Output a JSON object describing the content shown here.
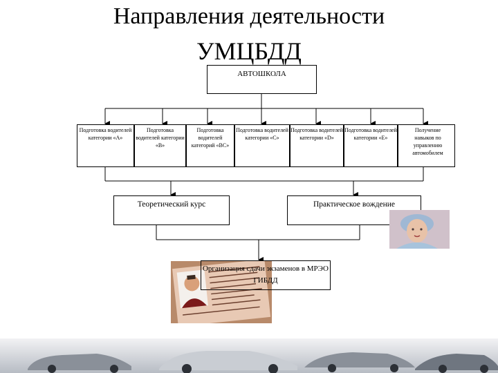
{
  "header": {
    "title_line1": "Направления деятельности",
    "title_line2": "УМЦБДД"
  },
  "diagram": {
    "root": "АВТОШКОЛА",
    "categories": [
      "Подготовка водителей категории «А»",
      "Подготовка водителей категории «В»",
      "Подготовка водителей категорий «ВС»",
      "Подготовка водителей категории «С»",
      "Подготовка водителей категории «D»",
      "Подготовка водителей категории «Е»",
      "Получение навыков по управлению автомобилем"
    ],
    "theory": "Теоретический курс",
    "practice": "Практическое вождение",
    "exam": "Организация сдачи экзаменов в МРЭО ГИБДД"
  },
  "colors": {
    "line": "#000000",
    "box_border": "#000000",
    "background": "#ffffff"
  },
  "icons": [
    "driver-license-photo",
    "woman-portrait-photo",
    "cars-banner"
  ]
}
